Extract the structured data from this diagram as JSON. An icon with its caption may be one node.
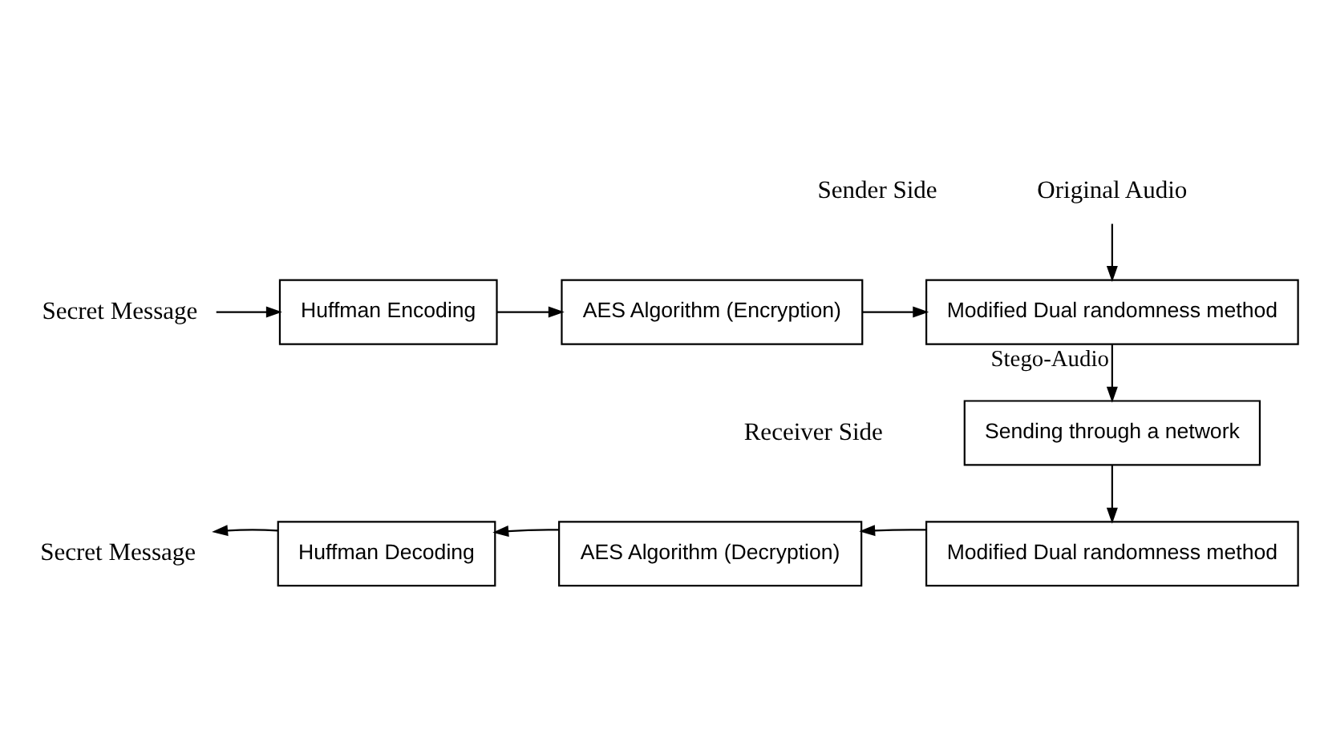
{
  "diagram": {
    "nodes": [
      {
        "text": [
          "Secret Message"
        ]
      },
      {
        "text": [
          "Huffman Encoding"
        ]
      },
      {
        "text": [
          "AES Algorithm (Encryption)"
        ]
      },
      {
        "text": [
          "Original Audio"
        ]
      },
      {
        "text": [
          "Modified Dual randomness method"
        ]
      },
      {
        "text": [
          "Sending through a network"
        ]
      },
      {
        "text": [
          "Modified Dual randomness method"
        ]
      },
      {
        "text": [
          "AES Algorithm (Decryption)"
        ]
      },
      {
        "text": [
          "Huffman Decoding"
        ]
      },
      {
        "text": [
          "Secret Message"
        ]
      }
    ],
    "edges": [
      {
        "from": 0,
        "to": 1,
        "arrow": "to"
      },
      {
        "from": 1,
        "to": 2,
        "arrow": "to"
      },
      {
        "from": 2,
        "to": 4,
        "arrow": "to"
      },
      {
        "from": 3,
        "to": 4,
        "arrow": "to"
      },
      {
        "from": 4,
        "to": 5,
        "arrow": "to",
        "label": "Stego-Audio"
      },
      {
        "from": 5,
        "to": 6,
        "arrow": "to"
      },
      {
        "from": 6,
        "to": 7,
        "arrow": "to"
      },
      {
        "from": 7,
        "to": 8,
        "arrow": "to"
      },
      {
        "from": 8,
        "to": 9,
        "arrow": "to"
      }
    ],
    "labels": [
      "Sender Side",
      "Receiver Side"
    ]
  }
}
